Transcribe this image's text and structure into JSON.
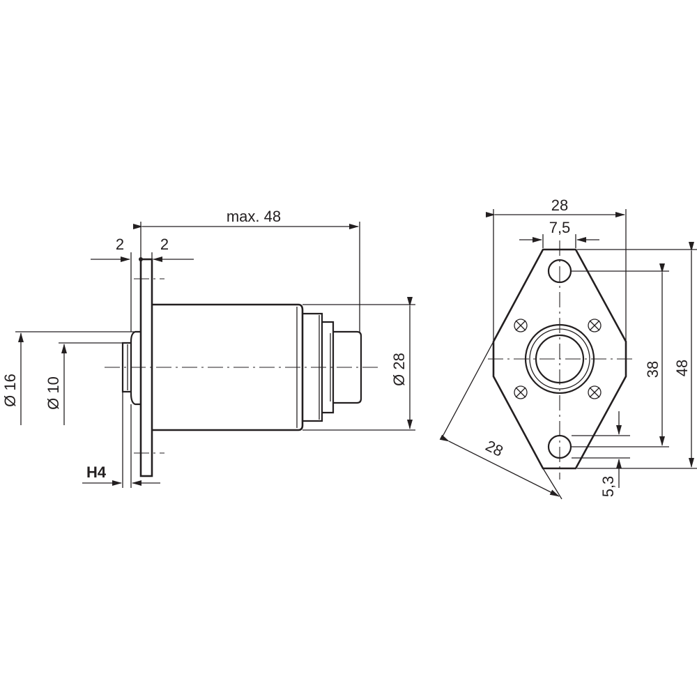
{
  "side_view": {
    "overall_length": "max. 48",
    "flange_left": "2",
    "flange_right": "2",
    "outer_diameter": "Ø 16",
    "inner_diameter": "Ø 10",
    "body_diameter": "Ø 28",
    "key_size": "H4"
  },
  "front_view": {
    "width": "28",
    "slot_width": "7,5",
    "hole_spacing": "38",
    "height": "48",
    "edge_length": "28",
    "hole_offset": "5,3"
  }
}
